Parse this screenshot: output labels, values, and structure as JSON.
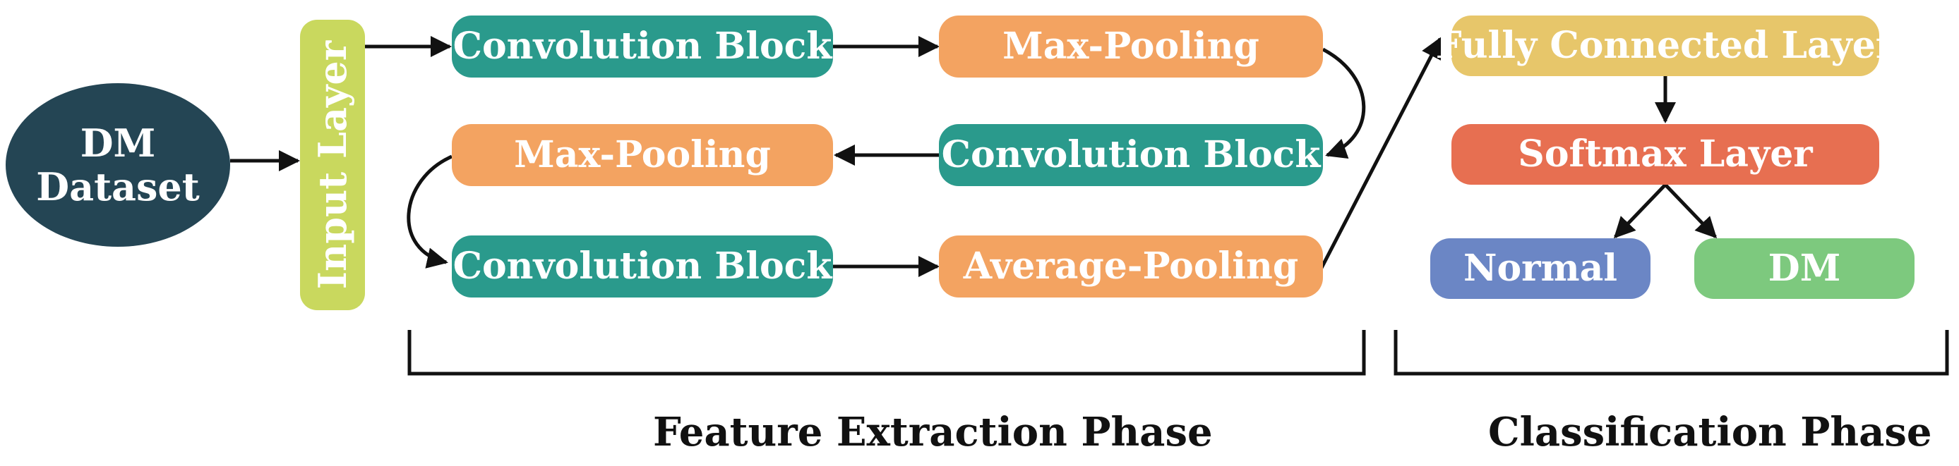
{
  "nodes": {
    "dataset": "DM\nDataset",
    "input_layer": "Input Layer",
    "conv1": "Convolution Block",
    "maxpool1": "Max-Pooling",
    "conv2": "Convolution Block",
    "maxpool2": "Max-Pooling",
    "conv3": "Convolution Block",
    "avgpool": "Average-Pooling",
    "fully_connected": "Fully Connected Layer",
    "softmax": "Softmax Layer",
    "normal": "Normal",
    "dm": "DM"
  },
  "phases": {
    "feature_extraction": "Feature Extraction Phase",
    "classification": "Classification Phase"
  },
  "colors": {
    "dataset": "#244554",
    "input_layer": "#c9d85e",
    "convolution": "#2a9a8c",
    "pooling": "#f3a361",
    "fully_connected": "#e7c66a",
    "softmax": "#e76f51",
    "normal": "#6b86c5",
    "dm": "#7dc97e"
  }
}
